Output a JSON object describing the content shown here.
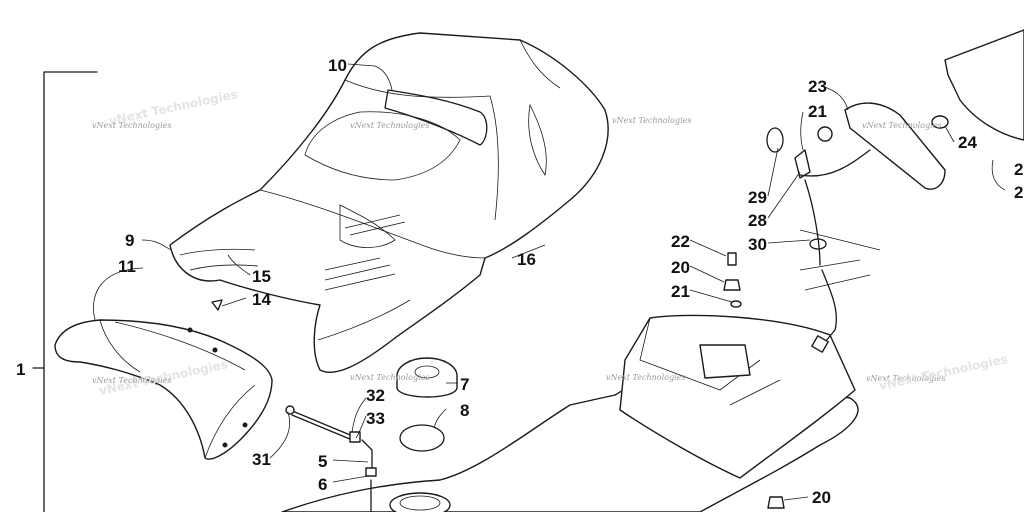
{
  "watermark": "vNext Technologies",
  "callouts": {
    "c1": "1",
    "c5": "5",
    "c6": "6",
    "c7": "7",
    "c8": "8",
    "c9": "9",
    "c10": "10",
    "c11": "11",
    "c14": "14",
    "c15": "15",
    "c16": "16",
    "c20a": "20",
    "c20b": "20",
    "c21a": "21",
    "c21b": "21",
    "c22": "22",
    "c23": "23",
    "c24": "24",
    "c28": "28",
    "c29": "29",
    "c30": "30",
    "c31": "31",
    "c32": "32",
    "c33": "33",
    "c2a": "2",
    "c2b": "2"
  }
}
